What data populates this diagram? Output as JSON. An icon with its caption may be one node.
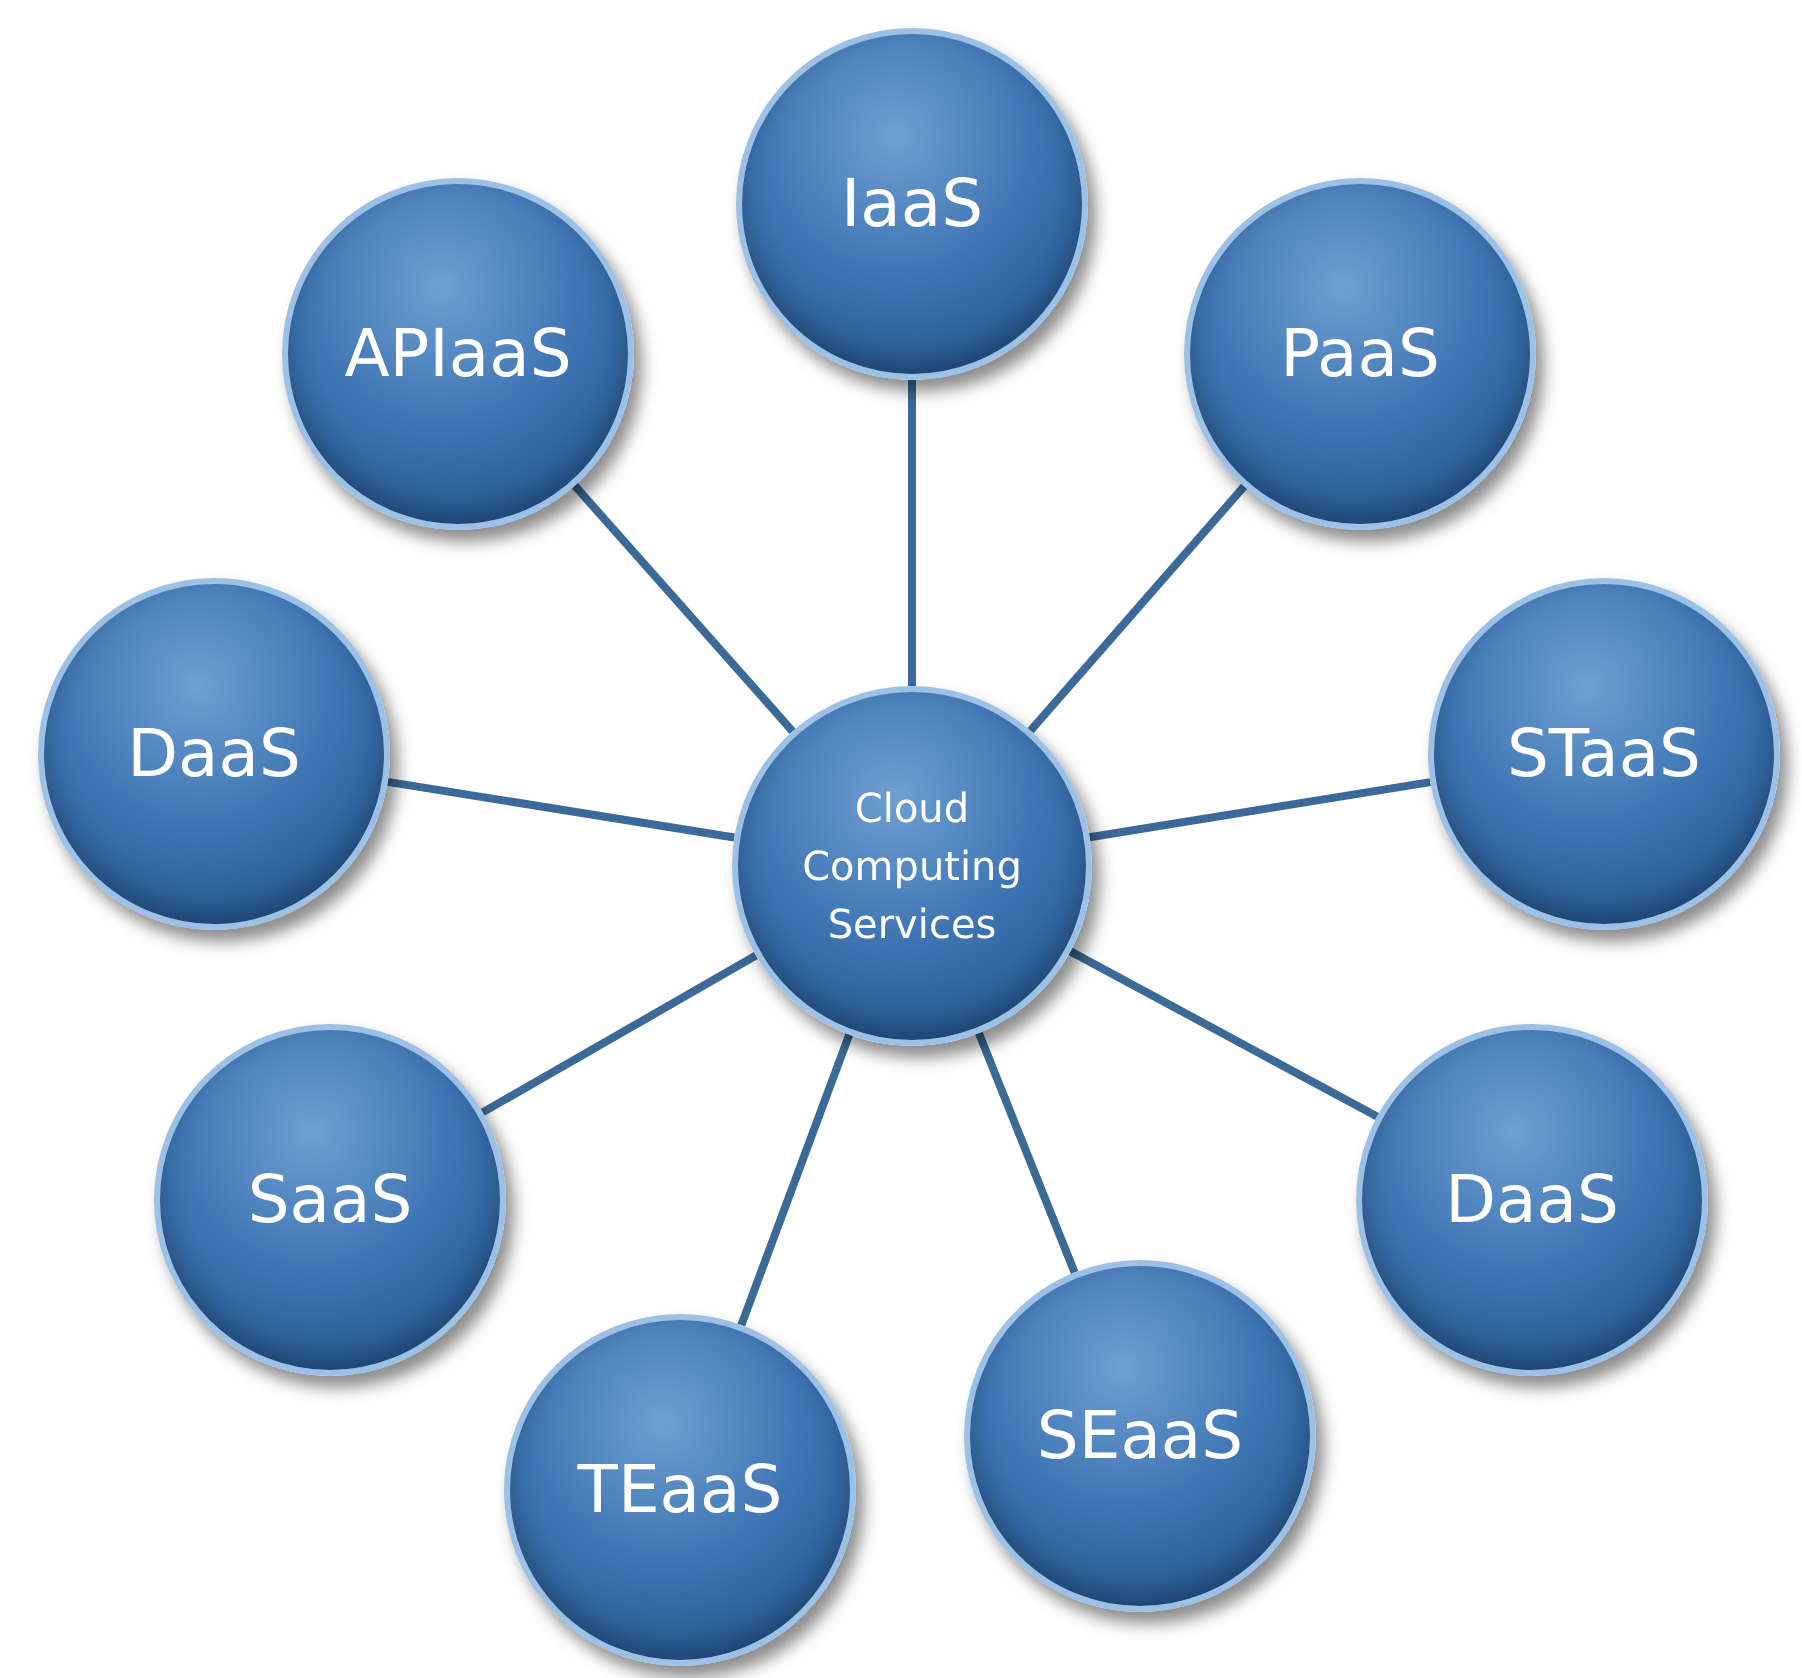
{
  "diagram": {
    "nodes": [
      {
        "text": [
          "Cloud Computing Services"
        ]
      },
      {
        "text": [
          "IaaS"
        ]
      },
      {
        "text": [
          "PaaS"
        ]
      },
      {
        "text": [
          "STaaS"
        ]
      },
      {
        "text": [
          "DaaS"
        ]
      },
      {
        "text": [
          "SEaaS"
        ]
      },
      {
        "text": [
          "TEaaS"
        ]
      },
      {
        "text": [
          "SaaS"
        ]
      },
      {
        "text": [
          "DaaS"
        ]
      },
      {
        "text": [
          "APIaaS"
        ]
      }
    ],
    "edges": [
      {
        "from": 0,
        "to": 1,
        "arrow": "none"
      },
      {
        "from": 0,
        "to": 2,
        "arrow": "none"
      },
      {
        "from": 0,
        "to": 3,
        "arrow": "none"
      },
      {
        "from": 0,
        "to": 4,
        "arrow": "none"
      },
      {
        "from": 0,
        "to": 5,
        "arrow": "none"
      },
      {
        "from": 0,
        "to": 6,
        "arrow": "none"
      },
      {
        "from": 0,
        "to": 7,
        "arrow": "none"
      },
      {
        "from": 0,
        "to": 8,
        "arrow": "none"
      },
      {
        "from": 0,
        "to": 9,
        "arrow": "none"
      }
    ]
  }
}
